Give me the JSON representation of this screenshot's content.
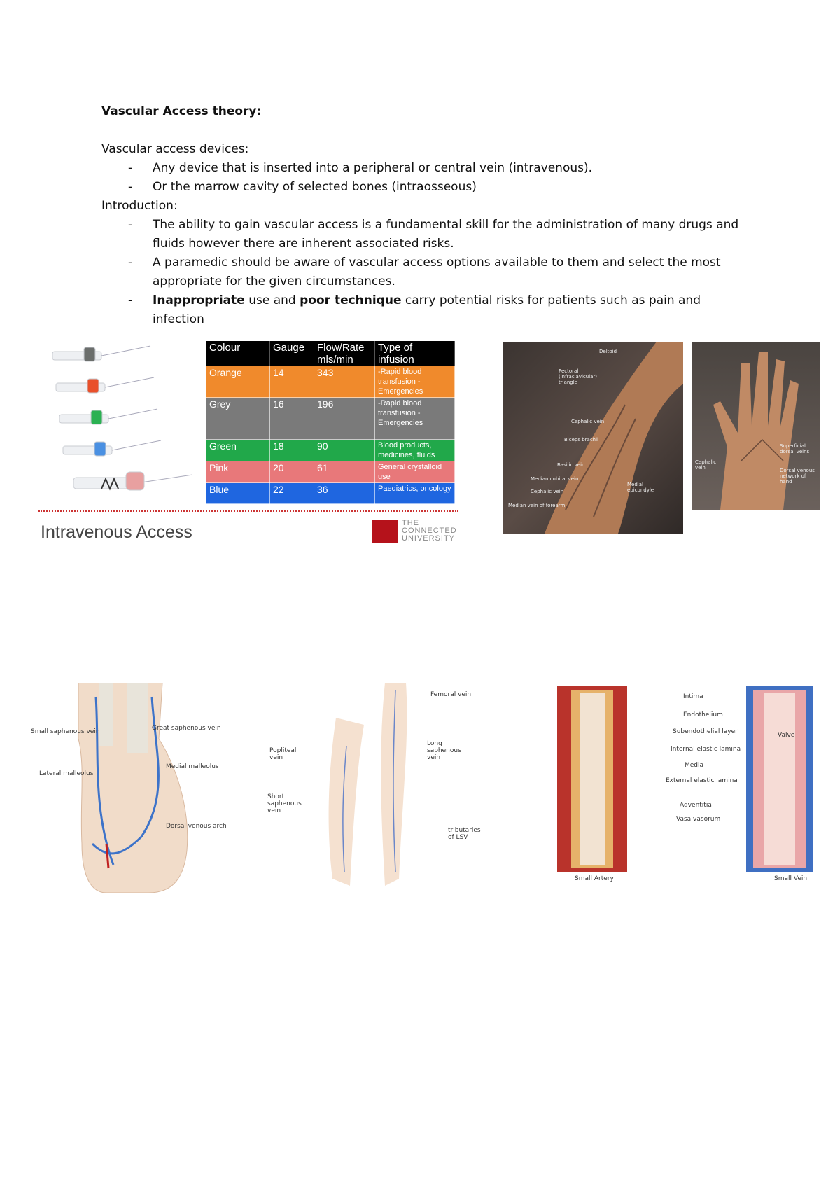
{
  "doc": {
    "title": "Vascular Access theory:",
    "section1_heading": "Vascular access devices:",
    "section1_items": [
      "Any device that is inserted into a peripheral or central vein (intravenous).",
      "Or the marrow cavity of selected bones (intraosseous)"
    ],
    "section2_heading": "Introduction:",
    "section2_items": [
      "The ability to gain vascular access is a fundamental skill for the administration of many drugs and fluids however there are inherent associated risks.",
      "A paramedic should be aware of vascular access options available to them and select the most appropriate for the given circumstances."
    ],
    "section2_item3": {
      "bold1": "Inappropriate",
      "text1": " use and ",
      "bold2": "poor technique",
      "text2": " carry potential risks for patients such as pain and infection"
    },
    "dash": "-"
  },
  "gauge_table": {
    "headers": [
      "Colour",
      "Gauge",
      "Flow/Rate mls/min",
      "Type of infusion"
    ],
    "rows": [
      {
        "colour": "Orange",
        "gauge": "14",
        "flow": "343",
        "use": "-Rapid blood transfusion -Emergencies",
        "bg": "#f08a2c"
      },
      {
        "colour": "Grey",
        "gauge": "16",
        "flow": "196",
        "use": "-Rapid blood transfusion -Emergencies",
        "bg": "#7a7a7a"
      },
      {
        "colour": "Green",
        "gauge": "18",
        "flow": "90",
        "use": "Blood products, medicines, fluids",
        "bg": "#21a84a"
      },
      {
        "colour": "Pink",
        "gauge": "20",
        "flow": "61",
        "use": "General crystalloid use",
        "bg": "#e8787a"
      },
      {
        "colour": "Blue",
        "gauge": "22",
        "flow": "36",
        "use": "Paediatrics, oncology",
        "bg": "#1f66e0"
      }
    ],
    "footer_title": "Intravenous Access",
    "logo_text": "THE CONNECTED UNIVERSITY"
  },
  "arm_labels": [
    "Deltoid",
    "Pectoral (infraclavicular) triangle",
    "Cephalic vein",
    "Biceps brachii",
    "Basilic vein",
    "Median cubital vein",
    "Cephalic vein",
    "Median vein of forearm",
    "Medial epicondyle"
  ],
  "hand_labels": [
    "Superficial dorsal veins",
    "Dorsal venous network of hand",
    "Cephalic vein"
  ],
  "foot_labels": [
    "Small saphenous vein",
    "Great saphenous vein",
    "Medial malleolus",
    "Lateral malleolus",
    "Dorsal venous arch"
  ],
  "leg_labels": [
    "Femoral vein",
    "Popliteal vein",
    "Long saphenous vein",
    "Short saphenous vein",
    "tributaries of LSV"
  ],
  "vessel_labels": [
    "Intima",
    "Endothelium",
    "Subendothelial layer",
    "Internal elastic lamina",
    "Media",
    "External elastic lamina",
    "Adventitia",
    "Vasa vasorum",
    "Valve",
    "Small Artery",
    "Small Vein"
  ]
}
